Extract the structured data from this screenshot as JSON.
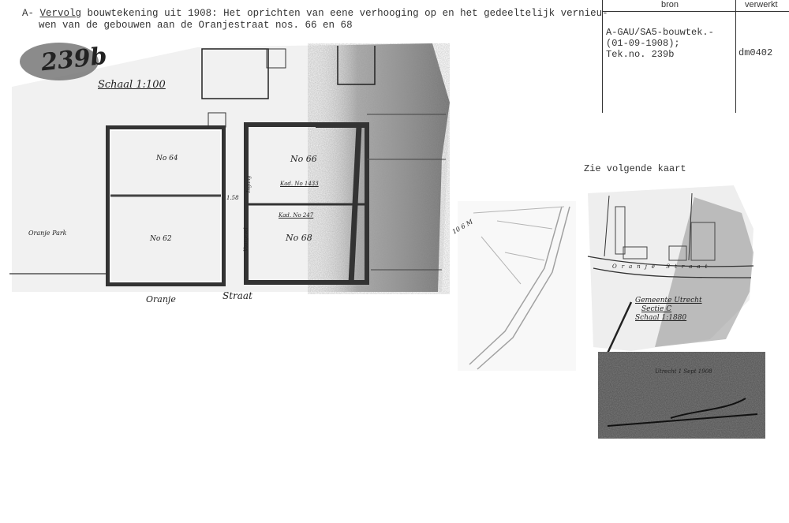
{
  "header": {
    "prefix": "A-",
    "title_underlined": "Vervolg",
    "line1_rest": " bouwtekening uit 1908: Het oprichten van eene verhooging op en het gedeeltelijk vernieu-",
    "line2": "wen van de gebouwen aan de Oranjestraat nos. 66 en 68"
  },
  "table": {
    "col_bron": "bron",
    "col_verwerkt": "verwerkt",
    "bron_lines": [
      "A-GAU/SA5-bouwtek.-",
      "(01-09-1908);",
      "Tek.no. 239b"
    ],
    "verwerkt": "dm0402"
  },
  "plan": {
    "stamp": "239b",
    "scale": "Schaal 1:100",
    "house_64": "No 64",
    "house_62": "No 62",
    "house_66": "No 66",
    "house_68": "No 68",
    "kad_1": "Kad. No 1433",
    "kad_2": "Kad. No 247",
    "dimension": "1.58",
    "park": "Oranje Park",
    "street_1": "Oranje",
    "street_2": "Straat",
    "vertical_1": "Ingang",
    "vertical_2": "Voorgevel"
  },
  "side_note": "Zie volgende kaart",
  "mini_map": {
    "label": "10 6 M"
  },
  "cadastral_map": {
    "street": "Oranje Straat",
    "line1": "Gemeente Utrecht",
    "line2": "Sectie C",
    "line3": "Schaal 1:1880",
    "signature_note": "Utrecht 1 Sept 1908"
  }
}
